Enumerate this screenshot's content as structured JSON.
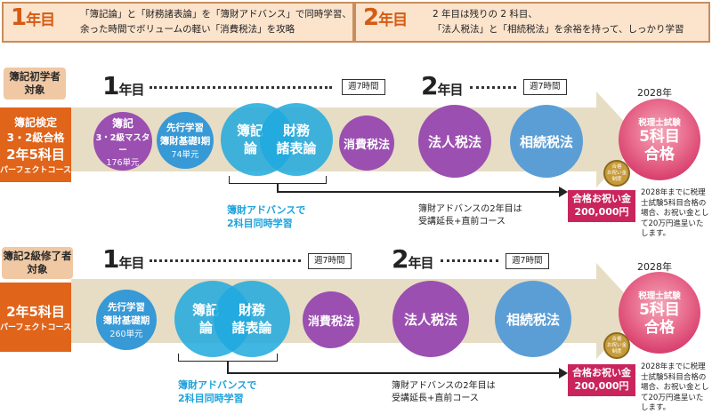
{
  "header": {
    "year1": {
      "num": "1",
      "unit": "年目",
      "line1": "「簿記論」と「財務諸表論」を「簿財アドバンス」で同時学習、",
      "line2": "余った時間でボリュームの軽い「消費税法」を攻略"
    },
    "year2": {
      "num": "2",
      "unit": "年目",
      "line1": "2 年目は残りの 2 科目、",
      "line2": "「法人税法」と「相続税法」を余裕を持って、しっかり学習"
    }
  },
  "track1": {
    "target_line1": "簿記初学者",
    "target_line2": "対象",
    "course_line1": "簿記検定",
    "course_line2": "3・2級合格",
    "course_line3": "2年5科目",
    "course_line4": "パーフェクトコース",
    "year1_num": "1",
    "year1_unit": "年目",
    "year1_week": "週7時間",
    "year2_num": "2",
    "year2_unit": "年目",
    "year2_week": "週7時間",
    "c1_line1": "簿記",
    "c1_line2": "3・2級マスター",
    "c1_price": "176単元",
    "c2_line1": "先行学習",
    "c2_line2": "簿財基礎Ⅰ期",
    "c2_price": "74単元",
    "c3_a1": "簿記",
    "c3_a2": "論",
    "c3_b1": "財務",
    "c3_b2": "諸表論",
    "c4": "消費税法",
    "c5": "法人税法",
    "c6": "相続税法",
    "caption_line1": "簿財アドバンスで",
    "caption_line2": "2科目同時学習",
    "note_line1": "簿財アドバンスの2年目は",
    "note_line2": "受講延長+直前コース",
    "goal_year": "2028年",
    "goal_line1": "税理士試験",
    "goal_line2": "5科目",
    "goal_line3": "合格",
    "seal_line1": "合格",
    "seal_line2": "お祝い金",
    "seal_line3": "制度",
    "reward_line1": "合格お祝い金",
    "reward_line2": "200,000円",
    "reward_note": "2028年までに税理士試験5科目合格の場合、お祝い金として20万円進呈いたします。"
  },
  "track2": {
    "target_line1": "簿記2級修了者",
    "target_line2": "対象",
    "course_line1": "2年5科目",
    "course_line2": "パーフェクトコース",
    "year1_num": "1",
    "year1_unit": "年目",
    "year1_week": "週7時間",
    "year2_num": "2",
    "year2_unit": "年目",
    "year2_week": "週7時間",
    "c1_line1": "先行学習",
    "c1_line2": "簿財基礎期",
    "c1_price": "260単元",
    "c3_a1": "簿記",
    "c3_a2": "論",
    "c3_b1": "財務",
    "c3_b2": "諸表論",
    "c4": "消費税法",
    "c5": "法人税法",
    "c6": "相続税法",
    "caption_line1": "簿財アドバンスで",
    "caption_line2": "2科目同時学習",
    "note_line1": "簿財アドバンスの2年目は",
    "note_line2": "受講延長+直前コース",
    "goal_year": "2028年",
    "goal_line1": "税理士試験",
    "goal_line2": "5科目",
    "goal_line3": "合格",
    "seal_line1": "合格",
    "seal_line2": "お祝い金",
    "seal_line3": "制度",
    "reward_line1": "合格お祝い金",
    "reward_line2": "200,000円",
    "reward_note": "2028年までに税理士試験5科目合格の場合、お祝い金として20万円進呈いたします。"
  },
  "colors": {
    "accent_orange": "#e0641a",
    "header_bg": "#fbe3cc",
    "purple": "#9b4fb0",
    "blue": "#1ea9de",
    "arrow": "#e6ddc4",
    "goal_pink": "#d8406e",
    "reward_red": "#c9255c"
  }
}
